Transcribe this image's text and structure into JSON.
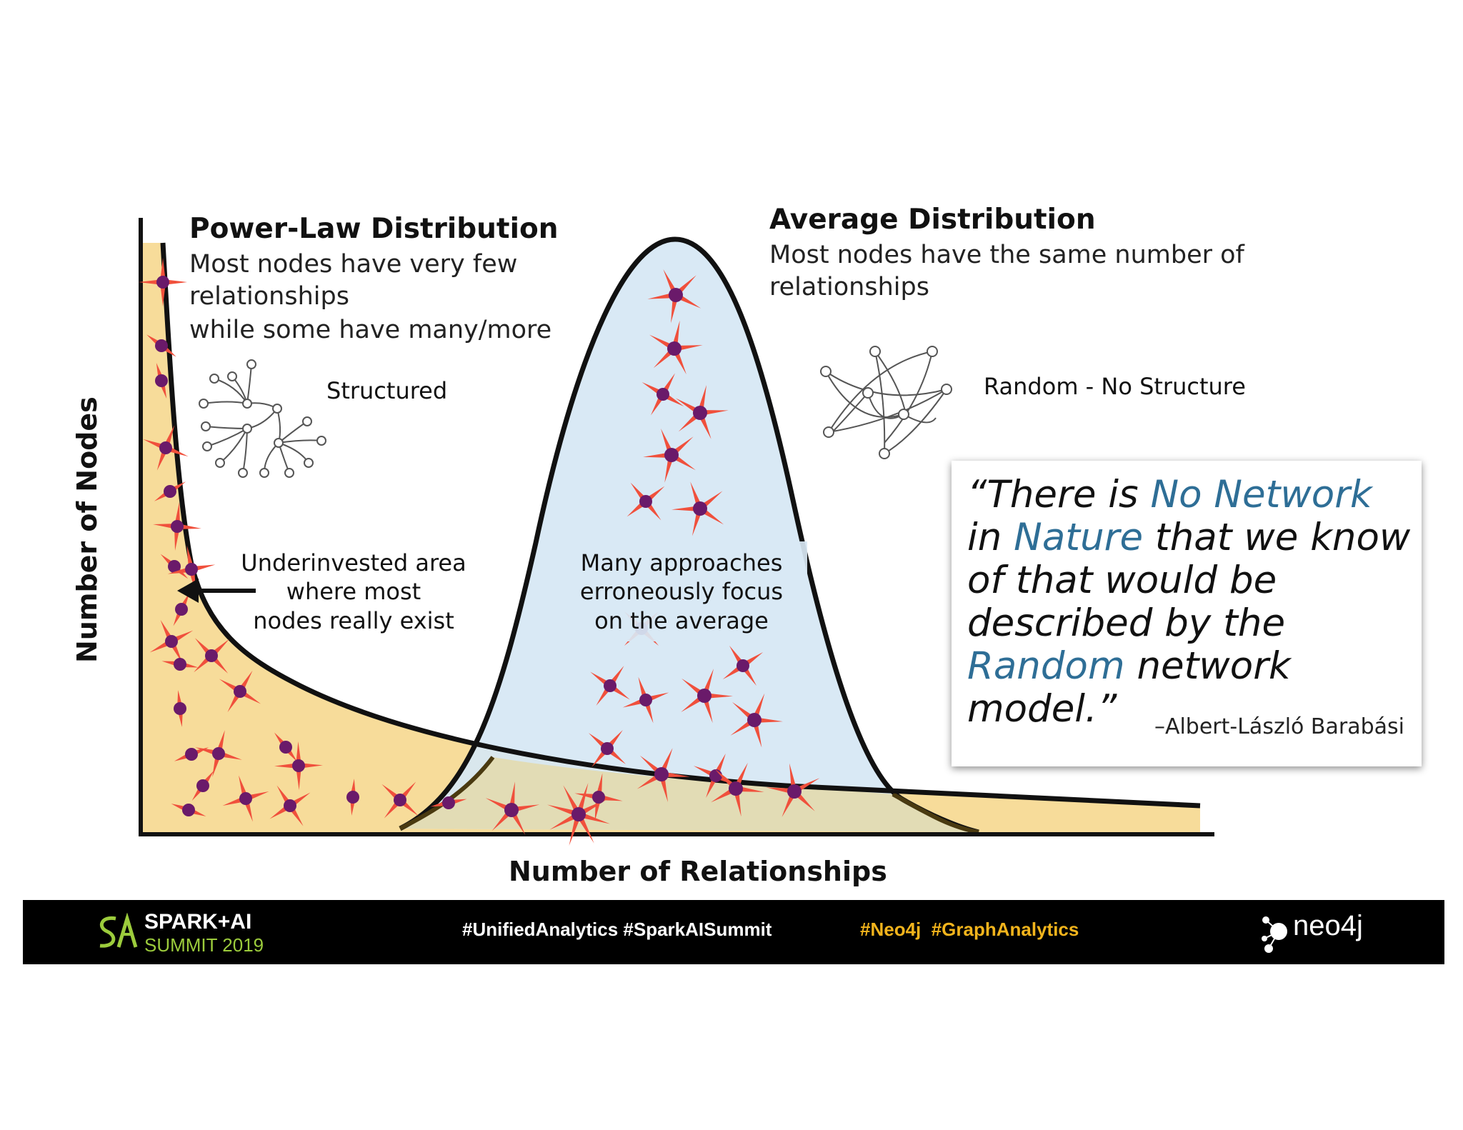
{
  "power_law": {
    "title": "Power-Law Distribution",
    "desc_line1": "Most nodes have very few",
    "desc_line2": "relationships",
    "desc_line3": "while some have many/more",
    "network_label": "Structured"
  },
  "average": {
    "title": "Average Distribution",
    "desc_line1": "Most nodes have the same number of",
    "desc_line2": "relationships",
    "network_label": "Random - No Structure"
  },
  "notes": {
    "underinvested_line1": "Underinvested area",
    "underinvested_line2": "where most",
    "underinvested_line3": "nodes really exist",
    "average_line1": "Many approaches",
    "average_line2": "erroneously focus",
    "average_line3": "on the average"
  },
  "axes": {
    "x_label": "Number of Relationships",
    "y_label": "Number of Nodes"
  },
  "quote": {
    "open": "“There is ",
    "hl1": "No Network",
    "mid1": " in ",
    "hl2": "Nature",
    "mid2": " that we know of that would be described by the ",
    "hl3": "Random",
    "end": " network model.”",
    "author": "–Albert-László Barabási"
  },
  "footer": {
    "logo_top": "SPARK+AI",
    "logo_bottom": "SUMMIT 2019",
    "tags_white": "#UnifiedAnalytics #SparkAISummit",
    "tags_yellow": "#Neo4j  #GraphAnalytics",
    "brand": "neo4j"
  },
  "colors": {
    "power_fill": "#f7dc9a",
    "bell_fill": "#d6e7f4",
    "node": "#6a1a6a",
    "spike": "#f0503c",
    "quote_highlight": "#2e6e96",
    "footer_bg": "#000000",
    "footer_yellow": "#f2b41c",
    "logo_green": "#9ccc3c"
  },
  "icons": [
    "structured-network-icon",
    "random-network-icon",
    "left-arrow-icon",
    "spark-ai-logo-icon",
    "neo4j-logo-icon"
  ]
}
